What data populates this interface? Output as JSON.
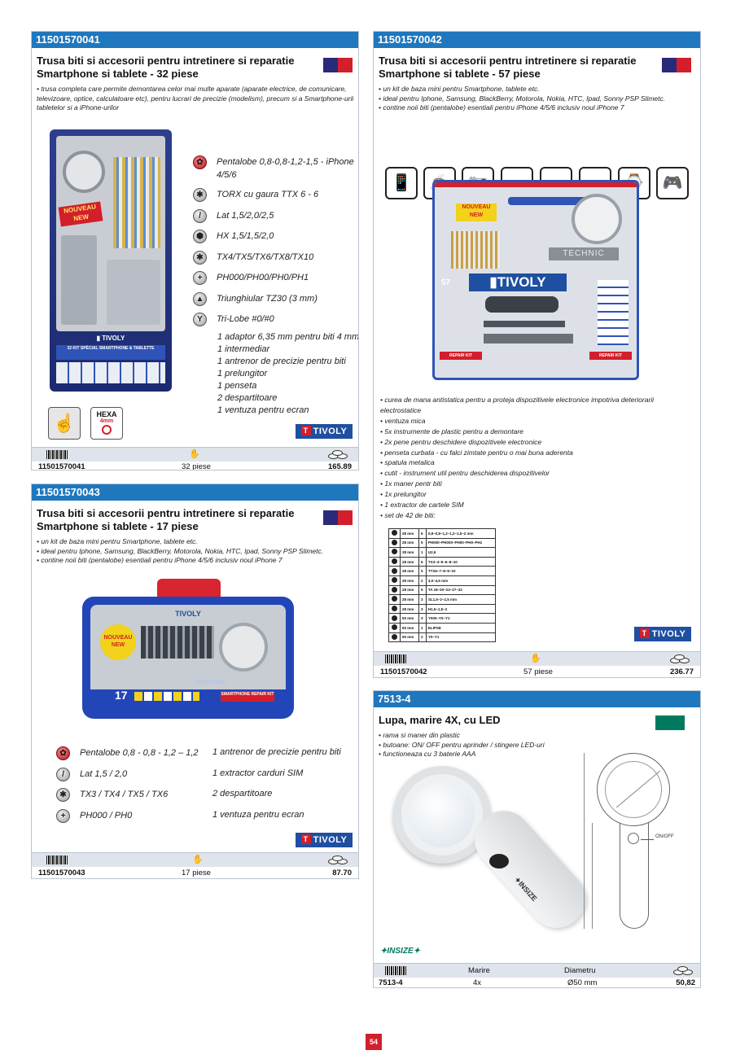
{
  "page": {
    "number": "54"
  },
  "card1": {
    "code": "11501570041",
    "title_line1": "Trusa biti si accesorii pentru intretinere si reparatie",
    "title_line2": "Smartphone si tablete - 32 piese",
    "description": [
      "• trusa completa care permite demontarea celor mai multe aparate (aparate electrice, de comunicare,",
      "televizoare, optice, calculatoare etc), pentru lucrari de precizie (modelism), precum si a Smartphone-urilor,",
      "tabletelor si a iPhone-urilor"
    ],
    "specs": [
      {
        "icon": "pentalobe-icon",
        "label": "Pentalobe 0,8-0,8-1,2-1,5 - iPhone"
      },
      {
        "icon": "torx-tamper-icon",
        "label": "TORX cu gaura TTX 6 - 6"
      },
      {
        "icon": "slotted-icon",
        "label": "Lat 1,5/2,0/2,5"
      },
      {
        "icon": "hex-icon",
        "label": "HX 1,5/1,5/2,0"
      },
      {
        "icon": "torx-icon",
        "label": "TX4/TX5/TX6/TX8/TX10"
      },
      {
        "icon": "phillips-icon",
        "label": "PH000/PH00/PH0/PH1"
      },
      {
        "icon": "triangle-icon",
        "label": "Triunghiular TZ30 (3 mm)"
      },
      {
        "icon": "trilobe-icon",
        "label": "Tri-Lobe #0/#0"
      }
    ],
    "spec_pentalobe_cont": "4/5/6",
    "extras": [
      "1 adaptor 6,35 mm pentru biti 4 mm",
      "1 intermediar",
      "1 antrenor de precizie pentru biti",
      "1 prelungitor",
      "1 penseta",
      "2 despartitoare",
      "1 ventuza pentru ecran"
    ],
    "hexa_label": "HEXA",
    "hexa_size": "4mm",
    "brand": "TIVOLY",
    "footer": {
      "code": "11501570041",
      "pieces": "32 piese",
      "price": "165.89"
    }
  },
  "card2": {
    "code": "11501570042",
    "title_line1": "Trusa biti si accesorii pentru intretinere si reparatie",
    "title_line2": "Smartphone si tablete - 57 piese",
    "description": [
      "• un kit de baza mini pentru Smartphone, tablete etc.",
      "• ideal pentru Iphone, Samsung, BlackBerry, Motorola, Nokia, HTC, Ipad, Sonny PSP Slimetc.",
      "• contine noii biti (pentalobe) esentiali pentru iPhone 4/5/6 inclusiv noul iPhone 7"
    ],
    "app_icons": [
      "phone-icon",
      "coffee-machine-icon",
      "camera-icon",
      "hair-dryer-icon",
      "glasses-icon",
      "tv-icon",
      "watch-icon",
      "gamepad-icon"
    ],
    "box_label": "TECHNIC",
    "box_brand": "TIVOLY",
    "box_count": "57",
    "box_repair": "REPAIR KIT",
    "bullets": [
      "• curea de mana antistatica pentru a proteja dispozitivele electronice impotriva deteriorarii",
      "electrostatice",
      "• ventuza mica",
      "• 5x instrumente de plastic pentru a demontare",
      "• 2x pene pentru deschidere dispozitivele electronice",
      "• penseta curbata - cu falci zimtate pentru o mai buna aderenta",
      "• spatula metalica",
      "• cutit - instrument util pentru deschiderea dispozitivelor",
      "• 1x maner pentr biti",
      "• 1x prelungitor",
      "• 1 extractor de cartele SIM",
      "• set de 42 de biti:"
    ],
    "bit_table": [
      [
        "28 mm",
        "6",
        "0,8–0,8–1,2–1,2–1,5–2 mm"
      ],
      [
        "28 mm",
        "5",
        "PH000–PH000–PH00–PH0–PH1"
      ],
      [
        "28 mm",
        "1",
        "U2,6"
      ],
      [
        "28 mm",
        "6",
        "TX3–4–5–6–8–10"
      ],
      [
        "28 mm",
        "5",
        "TTX6–7–8–9–10"
      ],
      [
        "28 mm",
        "2",
        "3,0–4,5 mm"
      ],
      [
        "28 mm",
        "5",
        "TA 18–20–23–27–32"
      ],
      [
        "28 mm",
        "3",
        "SL1,5–2–2,5 mm"
      ],
      [
        "28 mm",
        "3",
        "H1,5–1,5–2"
      ],
      [
        "50 mm",
        "3",
        "Y000–Y0–Y1"
      ],
      [
        "50 mm",
        "1",
        "ELIPSE"
      ],
      [
        "50 mm",
        "2",
        "Y0–Y1"
      ]
    ],
    "brand": "TIVOLY",
    "footer": {
      "code": "11501570042",
      "pieces": "57 piese",
      "price": "236.77"
    }
  },
  "card3": {
    "code": "11501570043",
    "title_line1": "Trusa biti si accesorii pentru intretinere si reparatie",
    "title_line2": "Smartphone si tablete - 17 piese",
    "description": [
      "• un kit de baza mini pentru Smartphone, tablete etc.",
      "• ideal pentru Iphone, Samsung, BlackBerry, Motorola, Nokia, HTC, Ipad, Sonny PSP Slimetc.",
      "• contine noii biti (pentalobe) esentiali pentru iPhone 4/5/6 inclusiv noul iPhone 7"
    ],
    "box_brand": "TIVOLY",
    "box_label": "TECHNIC",
    "box_count": "17",
    "box_badge": "NOUVEAU NEW",
    "box_repair": "SMARTPHONE REPAIR KIT",
    "specs": [
      {
        "icon": "pentalobe-icon",
        "label": "Pentalobe 0,8 - 0,8 - 1,2 – 1,2"
      },
      {
        "icon": "slotted-icon",
        "label": "Lat 1,5 / 2,0"
      },
      {
        "icon": "torx-icon",
        "label": "TX3 / TX4 / TX5 / TX6"
      },
      {
        "icon": "phillips-icon",
        "label": "PH000 / PH0"
      }
    ],
    "extras": [
      "1 antrenor de precizie pentru biti",
      "1 extractor carduri SIM",
      "2 despartitoare",
      "1 ventuza pentru ecran"
    ],
    "brand": "TIVOLY",
    "footer": {
      "code": "11501570043",
      "pieces": "17 piese",
      "price": "87.70"
    }
  },
  "card4": {
    "code": "7513-4",
    "title": "Lupa, marire 4X, cu LED",
    "flag_color": "#007a5e",
    "description": [
      "• rama si maner din plastic",
      "• butoane: ON/ OFF pentru aprinder / stingere LED-uri",
      "• functioneaza cu 3 baterie  AAA"
    ],
    "drawing_label": "ON/OFF",
    "brand": "INSIZE",
    "footer": {
      "col_magnification": "Marire",
      "col_diameter": "Diametru",
      "code": "7513-4",
      "magnification": "4x",
      "diameter": "Ø50 mm",
      "price": "50,82"
    }
  }
}
